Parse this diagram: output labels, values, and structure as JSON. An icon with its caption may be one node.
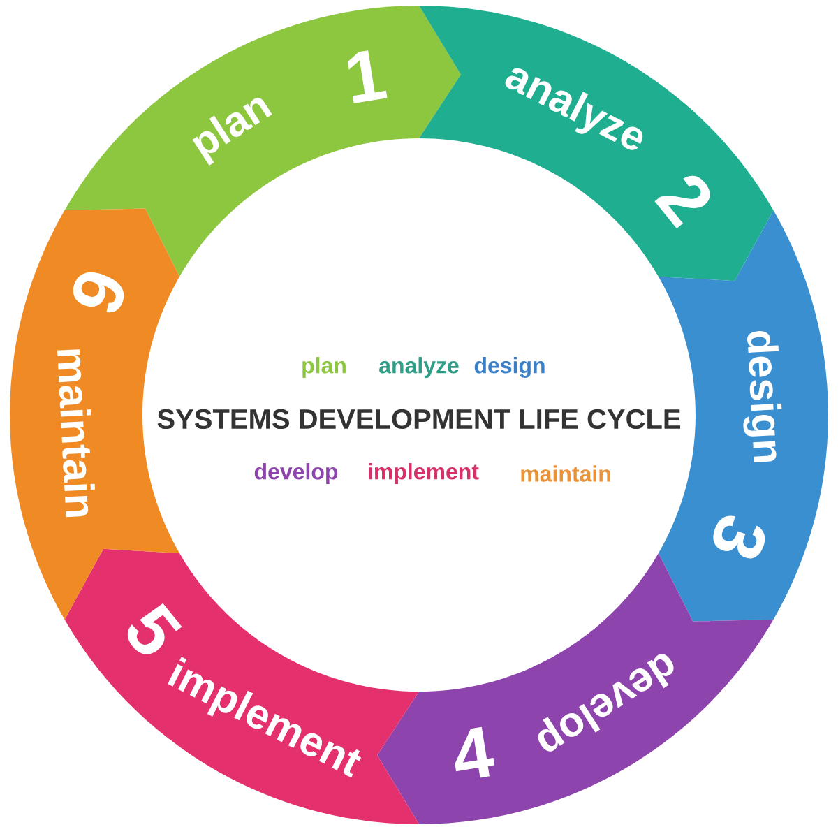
{
  "diagram": {
    "title": "SYSTEMS DEVELOPMENT LIFE CYCLE",
    "nodes": [
      {
        "text": [
          "plan",
          "1"
        ]
      },
      {
        "text": [
          "analyze",
          "2"
        ]
      },
      {
        "text": [
          "design",
          "3"
        ]
      },
      {
        "text": [
          "develop",
          "4"
        ]
      },
      {
        "text": [
          "implement",
          "5"
        ]
      },
      {
        "text": [
          "maintain",
          "6"
        ]
      }
    ],
    "labels": [
      "plan",
      "analyze",
      "design",
      "develop",
      "implement",
      "maintain"
    ]
  }
}
